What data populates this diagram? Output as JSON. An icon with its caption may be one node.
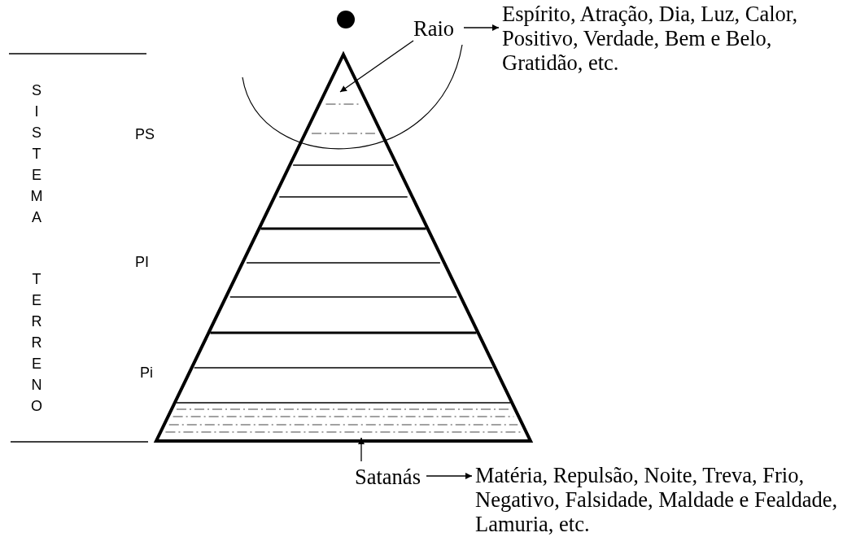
{
  "diagram": {
    "nodes": [
      {
        "text": [
          "Raio"
        ]
      },
      {
        "text": [
          "Espírito, Atração, Dia, Luz, Calor, Positivo, Verdade, Bem e Belo, Gratidão, etc."
        ]
      },
      {
        "text": [],
        "shape": "triangle",
        "beside": [
          "PS",
          "PI",
          "Pi"
        ]
      },
      {
        "text": [
          "Satanás"
        ]
      },
      {
        "text": [
          "Matéria, Repulsão, Noite, Treva, Frio, Negativo, Falsidade, Maldade e Fealdade, Lamuria, etc."
        ]
      }
    ],
    "edges": [
      {
        "from": 0,
        "to": 1,
        "arrow": "to"
      },
      {
        "from": 0,
        "to": 2,
        "arrow": "to"
      },
      {
        "from": 3,
        "to": 2,
        "arrow": "to"
      },
      {
        "from": 3,
        "to": 4,
        "arrow": "to"
      }
    ],
    "labels": [
      "SISTEMA",
      "TERRENO"
    ]
  }
}
